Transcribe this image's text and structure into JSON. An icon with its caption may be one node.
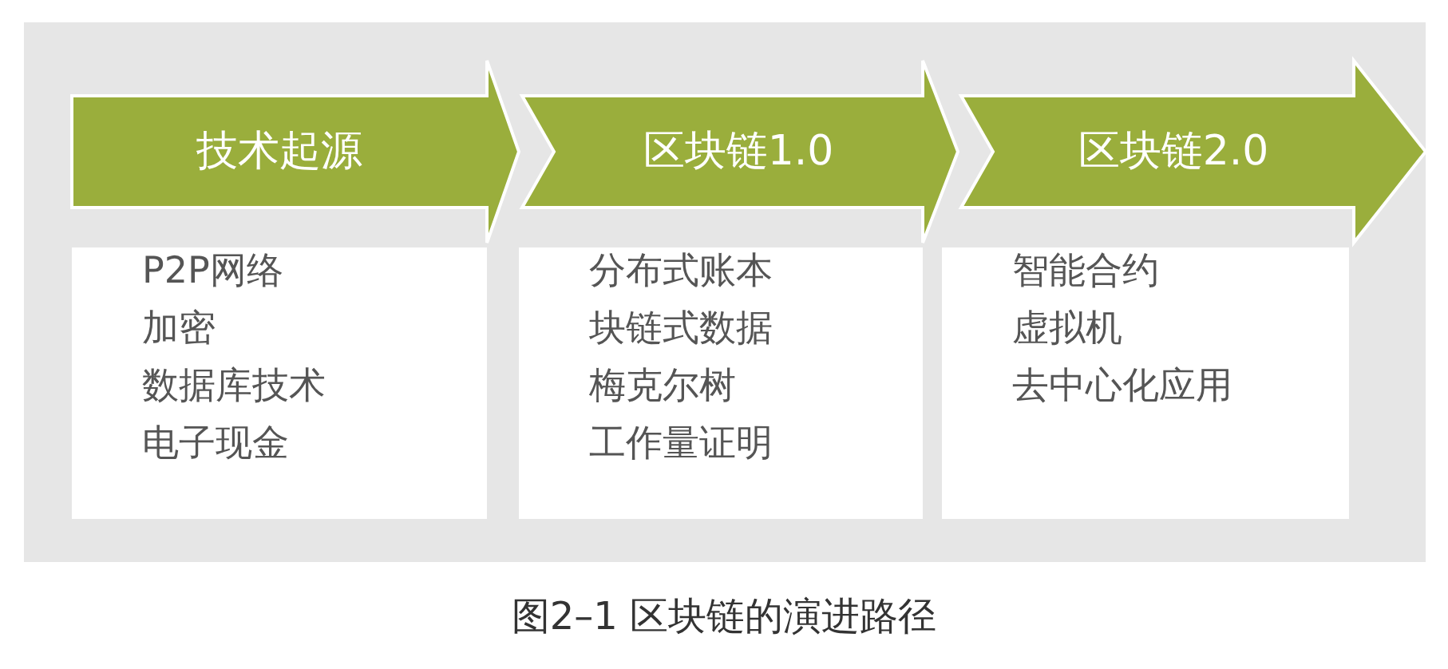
{
  "diagram": {
    "caption": "图2–1 区块链的演进路径",
    "nodes": [
      {
        "text": [
          "技术起源"
        ]
      },
      {
        "text": [
          "P2P网络",
          "加密",
          "数据库技术",
          "电子现金"
        ]
      },
      {
        "text": [
          "区块链1.0"
        ]
      },
      {
        "text": [
          "分布式账本",
          "块链式数据",
          "梅克尔树",
          "工作量证明"
        ]
      },
      {
        "text": [
          "区块链2.0"
        ]
      },
      {
        "text": [
          "智能合约",
          "虚拟机",
          "去中心化应用"
        ]
      }
    ]
  }
}
